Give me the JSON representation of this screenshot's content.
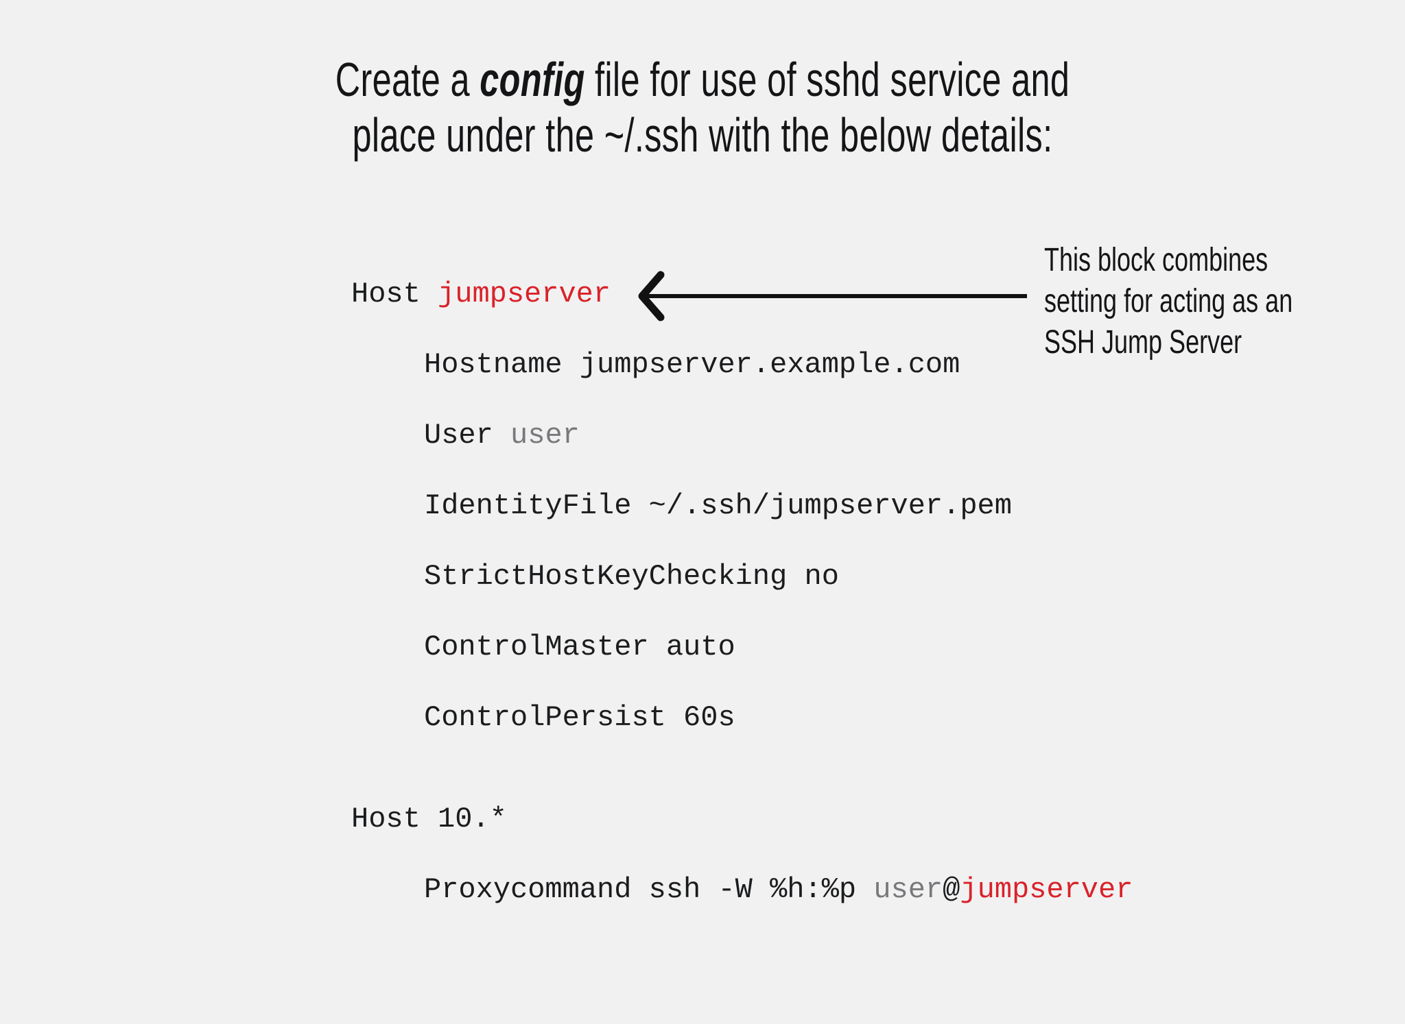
{
  "title": {
    "line1_prefix": "Create a ",
    "line1_emphasis": "config",
    "line1_suffix": " file for use of sshd service and",
    "line2": "place under the ~/.ssh with the below details:"
  },
  "config_file": {
    "lines": [
      {
        "indent": false,
        "blank_line_before": false,
        "segments": [
          {
            "text": "Host ",
            "tone": "dark"
          },
          {
            "text": "jumpserver",
            "tone": "red"
          }
        ]
      },
      {
        "indent": true,
        "blank_line_before": false,
        "segments": [
          {
            "text": "Hostname jumpserver.example.com",
            "tone": "dark"
          }
        ]
      },
      {
        "indent": true,
        "blank_line_before": false,
        "segments": [
          {
            "text": "User ",
            "tone": "dark"
          },
          {
            "text": "user",
            "tone": "gray"
          }
        ]
      },
      {
        "indent": true,
        "blank_line_before": false,
        "segments": [
          {
            "text": "IdentityFile ~/.ssh/jumpserver.pem",
            "tone": "dark"
          }
        ]
      },
      {
        "indent": true,
        "blank_line_before": false,
        "segments": [
          {
            "text": "StrictHostKeyChecking no",
            "tone": "dark"
          }
        ]
      },
      {
        "indent": true,
        "blank_line_before": false,
        "segments": [
          {
            "text": "ControlMaster auto",
            "tone": "dark"
          }
        ]
      },
      {
        "indent": true,
        "blank_line_before": false,
        "segments": [
          {
            "text": "ControlPersist 60s",
            "tone": "dark"
          }
        ]
      },
      {
        "indent": false,
        "blank_line_before": true,
        "segments": [
          {
            "text": "Host 10.*",
            "tone": "dark"
          }
        ]
      },
      {
        "indent": true,
        "blank_line_before": false,
        "segments": [
          {
            "text": "Proxycommand ssh -W %h:%p ",
            "tone": "dark"
          },
          {
            "text": "user",
            "tone": "gray"
          },
          {
            "text": "@",
            "tone": "dark"
          },
          {
            "text": "jumpserver",
            "tone": "red"
          }
        ]
      }
    ]
  },
  "annotation": {
    "lines": [
      "This block combines",
      "setting for acting as an",
      "SSH Jump Server"
    ]
  },
  "icons": {
    "arrow": "left-arrow"
  },
  "colors": {
    "background": "#f2f1f1",
    "text_title": "#141517",
    "text_dark": "#1a1c1e",
    "text_gray": "#77797c",
    "text_red": "#d9222a",
    "text_annotation": "#141517",
    "arrow": "#121212"
  }
}
